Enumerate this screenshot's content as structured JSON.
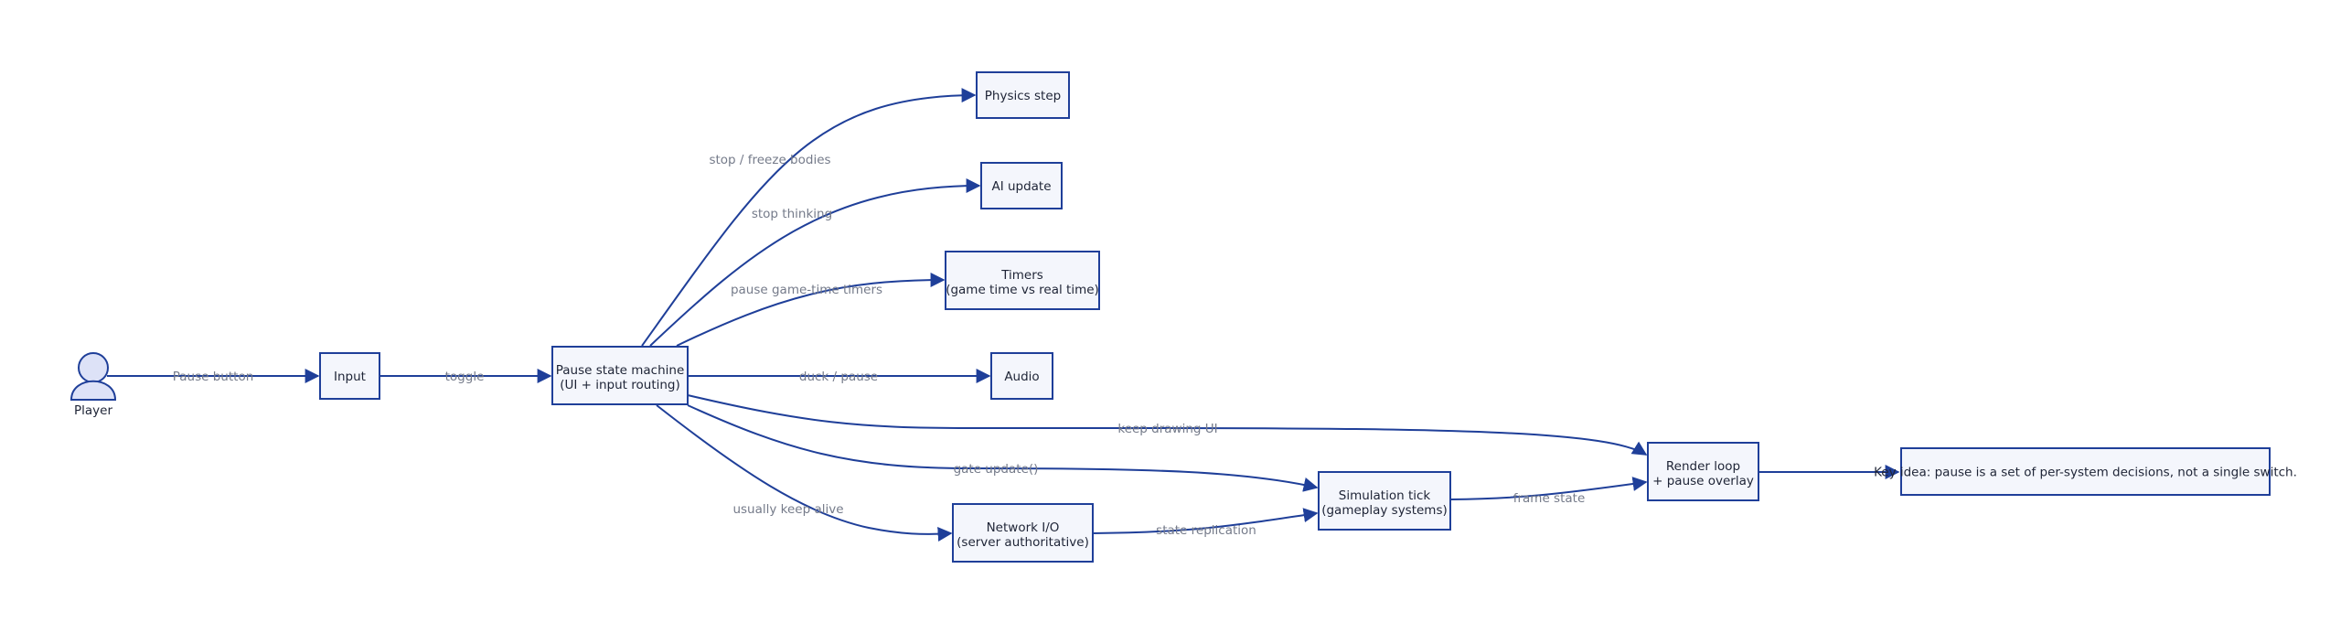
{
  "diagram": {
    "actor": {
      "label": "Player",
      "icon": "person-icon"
    },
    "nodes": {
      "input": [
        "Input"
      ],
      "pause_sm": [
        "Pause state machine",
        "(UI + input routing)"
      ],
      "physics": [
        "Physics step"
      ],
      "ai": [
        "AI update"
      ],
      "timers": [
        "Timers",
        "(game time vs real time)"
      ],
      "audio": [
        "Audio"
      ],
      "network": [
        "Network I/O",
        "(server authoritative)"
      ],
      "simulation": [
        "Simulation tick",
        "(gameplay systems)"
      ],
      "render": [
        "Render loop",
        "+ pause overlay"
      ],
      "note": [
        "Key idea: pause is a set of per-system decisions, not a single switch."
      ]
    },
    "edges": {
      "player_input": "Pause button",
      "input_pause": "toggle",
      "pause_physics": "stop / freeze bodies",
      "pause_ai": "stop thinking",
      "pause_timers": "pause game-time timers",
      "pause_audio": "duck / pause",
      "pause_render": "keep drawing UI",
      "pause_sim": "gate update()",
      "pause_network": "usually keep alive",
      "network_sim": "state replication",
      "sim_render": "frame state"
    },
    "colors": {
      "stroke": "#1f3f99",
      "node_fill": "#f4f6fc",
      "actor_fill": "#dde2f7",
      "label_text": "#757b8a",
      "node_text": "#1e2436"
    }
  }
}
